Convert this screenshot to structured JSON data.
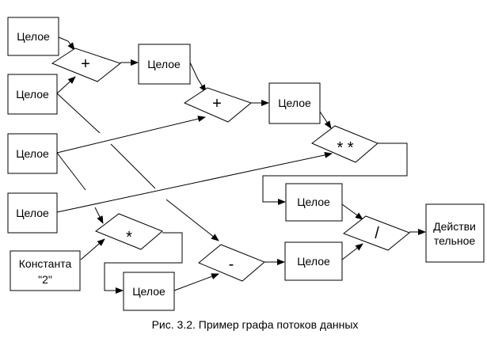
{
  "nodes": {
    "in1": "Целое",
    "in2": "Целое",
    "in3": "Целое",
    "in4": "Целое",
    "const_line1": "Константа",
    "const_line2": "\"2\"",
    "sum1_result": "Целое",
    "sum2_result": "Целое",
    "power_result": "Целое",
    "mult_result": "Целое",
    "minus_result": "Целое",
    "output_line1": "Действи",
    "output_line2": "тельное"
  },
  "operations": {
    "plus1": "+",
    "plus2": "+",
    "power": "* *",
    "mult": "*",
    "minus": "-",
    "divide": "/"
  },
  "caption": "Рис. 3.2. Пример графа потоков данных"
}
